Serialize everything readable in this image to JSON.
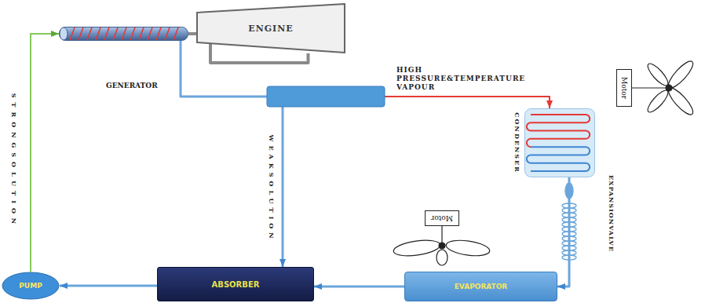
{
  "diagram": {
    "nodes": [
      {
        "text": [
          "ENGINE"
        ]
      },
      {
        "text": [
          "GENERATOR"
        ]
      },
      {
        "text": [
          "CONDENSER"
        ]
      },
      {
        "text": [
          "Motor"
        ]
      },
      {
        "text": [
          "Motor"
        ]
      },
      {
        "text": [
          "PUMP"
        ]
      },
      {
        "text": [
          "ABSORBER"
        ]
      },
      {
        "text": [
          "EVAPORATOR"
        ]
      }
    ],
    "edges": [
      {
        "from": 0,
        "to": 1,
        "arrow": "none"
      },
      {
        "from": 1,
        "to": 2,
        "label": "HIGH PRESSURE&TEMPERATURE VAPOUR",
        "arrow": "to"
      },
      {
        "from": 2,
        "to": 7,
        "label": "EXPANSIONVALVE",
        "arrow": "to"
      },
      {
        "from": 7,
        "to": 6,
        "arrow": "to"
      },
      {
        "from": 6,
        "to": 5,
        "arrow": "to"
      },
      {
        "from": 5,
        "to": 1,
        "label": "STRONGSOLUTION",
        "arrow": "to"
      },
      {
        "from": 1,
        "to": 6,
        "label": "WEAKSOLUTION",
        "arrow": "to"
      }
    ]
  }
}
